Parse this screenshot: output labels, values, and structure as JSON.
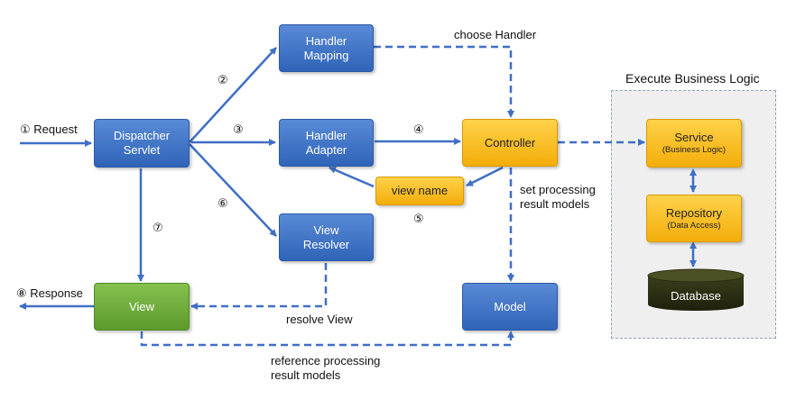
{
  "nodes": {
    "dispatcher": {
      "line1": "Dispatcher",
      "line2": "Servlet"
    },
    "handler_mapping": {
      "line1": "Handler",
      "line2": "Mapping"
    },
    "handler_adapter": {
      "line1": "Handler",
      "line2": "Adapter"
    },
    "view_resolver": {
      "line1": "View",
      "line2": "Resolver"
    },
    "controller": {
      "label": "Controller"
    },
    "view_name": {
      "label": "view name"
    },
    "model": {
      "label": "Model"
    },
    "view": {
      "label": "View"
    },
    "service": {
      "label": "Service",
      "sub": "(Business Logic)"
    },
    "repository": {
      "label": "Repository",
      "sub": "(Data Access)"
    },
    "database": {
      "label": "Database"
    }
  },
  "panel": {
    "title": "Execute Business Logic"
  },
  "labels": {
    "request": "① Request",
    "response": "⑧ Response",
    "choose_handler": "choose Handler",
    "set_processing_1": "set processing",
    "set_processing_2": "result models",
    "resolve_view": "resolve View",
    "reference_1": "reference processing",
    "reference_2": "result models"
  },
  "steps": {
    "s2": "②",
    "s3": "③",
    "s4": "④",
    "s5": "⑤",
    "s6": "⑥",
    "s7": "⑦"
  },
  "colors": {
    "arrow": "#3f6fc6",
    "blue_box": "#2f64b8",
    "yellow_box": "#f3ad0a",
    "green_box": "#5c9a2c",
    "database": "#2a2c12"
  }
}
